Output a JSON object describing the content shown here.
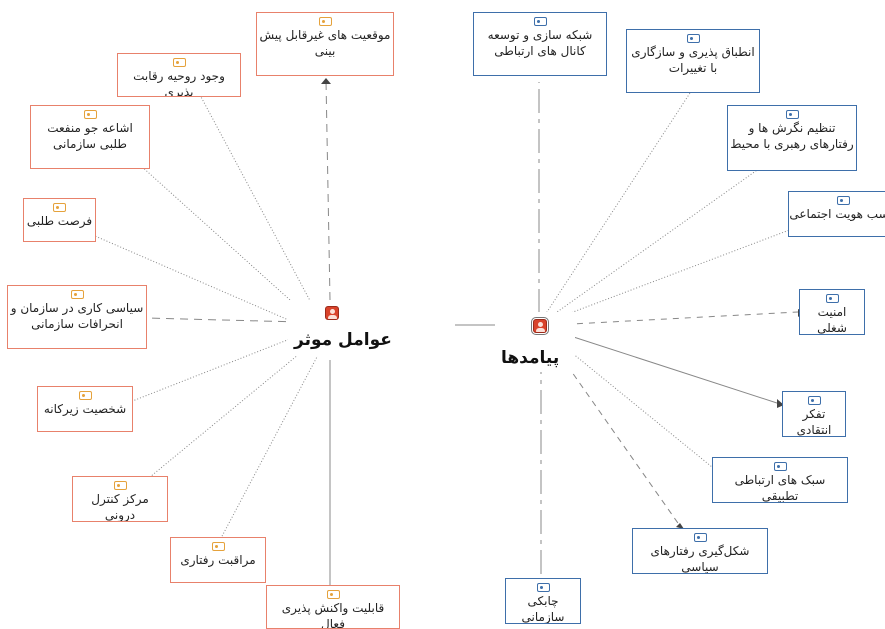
{
  "hubs": {
    "left": {
      "label": "عوامل موثر"
    },
    "right": {
      "label": "پیامدها"
    }
  },
  "colors": {
    "left_border": "#e8816b",
    "right_border": "#3e6faa",
    "hub_icon": "#d9432b",
    "tag_left": "#e5a23c",
    "tag_right": "#3e6faa"
  },
  "left_nodes": [
    {
      "label": "موقعیت های غیرقابل پیش بینی"
    },
    {
      "label": "وجود روحیه رقابت پذیری"
    },
    {
      "label": "اشاعه جو منفعت طلبی سازمانی"
    },
    {
      "label": "فرصت طلبی"
    },
    {
      "label": "سیاسی کاری در سازمان و انحرافات سازمانی"
    },
    {
      "label": "شخصیت زیرکانه"
    },
    {
      "label": "مرکز کنترل درونی"
    },
    {
      "label": "مراقبت رفتاری"
    },
    {
      "label": "قابلیت واکنش پذیری فعال"
    }
  ],
  "right_nodes": [
    {
      "label": "شبکه سازی و توسعه کانال های ارتباطی"
    },
    {
      "label": "انطباق پذیری و سازگاری با تغییرات"
    },
    {
      "label": "تنظیم نگرش ها و رفتارهای رهبری با محیط"
    },
    {
      "label": "کسب هویت اجتماعی"
    },
    {
      "label": "امنیت شغلی"
    },
    {
      "label": "تفکر انتقادی"
    },
    {
      "label": "سبک های ارتباطی تطبیقی"
    },
    {
      "label": "شکل‌گیری رفتارهای سیاسی"
    },
    {
      "label": "چابکی سازمانی"
    }
  ]
}
